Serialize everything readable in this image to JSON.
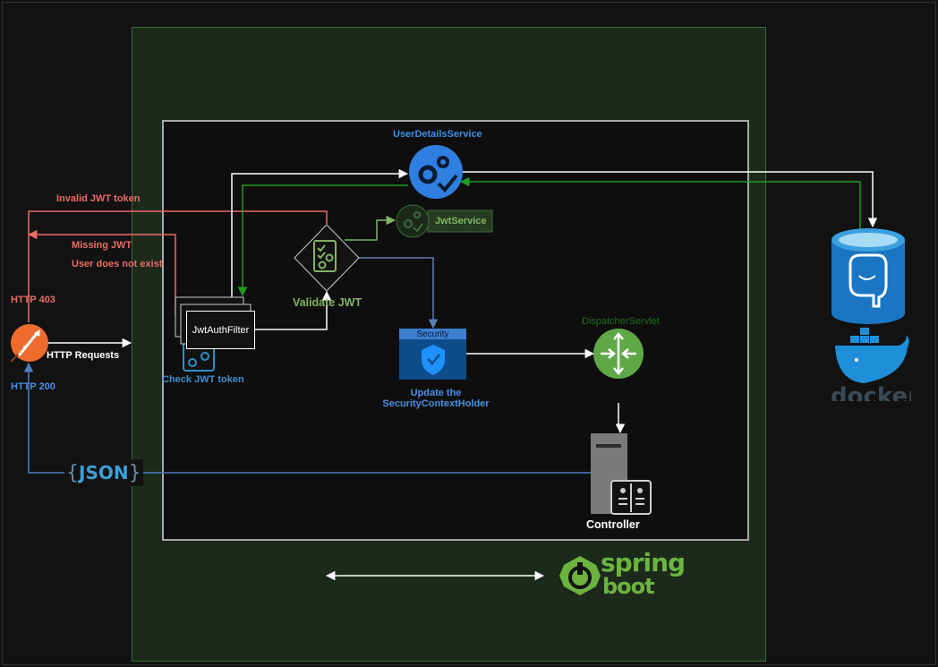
{
  "colors": {
    "background": "#121212",
    "spring_container": "#1a2b1a",
    "spring_border": "#3d6b3d",
    "error_red": "#ea6b66",
    "ok_blue": "#4a7fc1",
    "white": "#ffffff",
    "green_flow": "#1f9e1f",
    "jwt_green": "#82b366",
    "spring_green": "#6db33f",
    "service_blue": "#2f7fe0",
    "dispatcher_green": "#1f5f1f"
  },
  "labels": {
    "invalid_jwt": "Invalid JWT token",
    "missing_jwt": "Missing JWT",
    "user_not_exist": "User does not exist",
    "http_403": "HTTP 403",
    "http_200": "HTTP 200",
    "http_requests": "HTTP Requests",
    "json": "JSON",
    "check_jwt_token": "Check JWT token",
    "jwt_auth_filter": "JwtAuthFilter",
    "validate_jwt": "Validate JWT",
    "user_details_service": "UserDetailsService",
    "jwt_service": "JwtService",
    "security": "Security",
    "update_holder_line1": "Update the",
    "update_holder_line2": "SecurityContextHolder",
    "dispatcher_servlet": "DispatcherServlet",
    "controller": "Controller",
    "spring": "spring",
    "boot": "boot",
    "docker": "docker"
  },
  "icons": {
    "postman": "postman-icon",
    "gears": "gears-check-icon",
    "validate": "document-gears-icon",
    "shield": "shield-check-icon",
    "router": "dispatcher-arrows-icon",
    "server": "server-tower-icon",
    "postgres": "postgresql-elephant-icon",
    "docker": "docker-whale-icon",
    "power": "spring-power-icon"
  }
}
